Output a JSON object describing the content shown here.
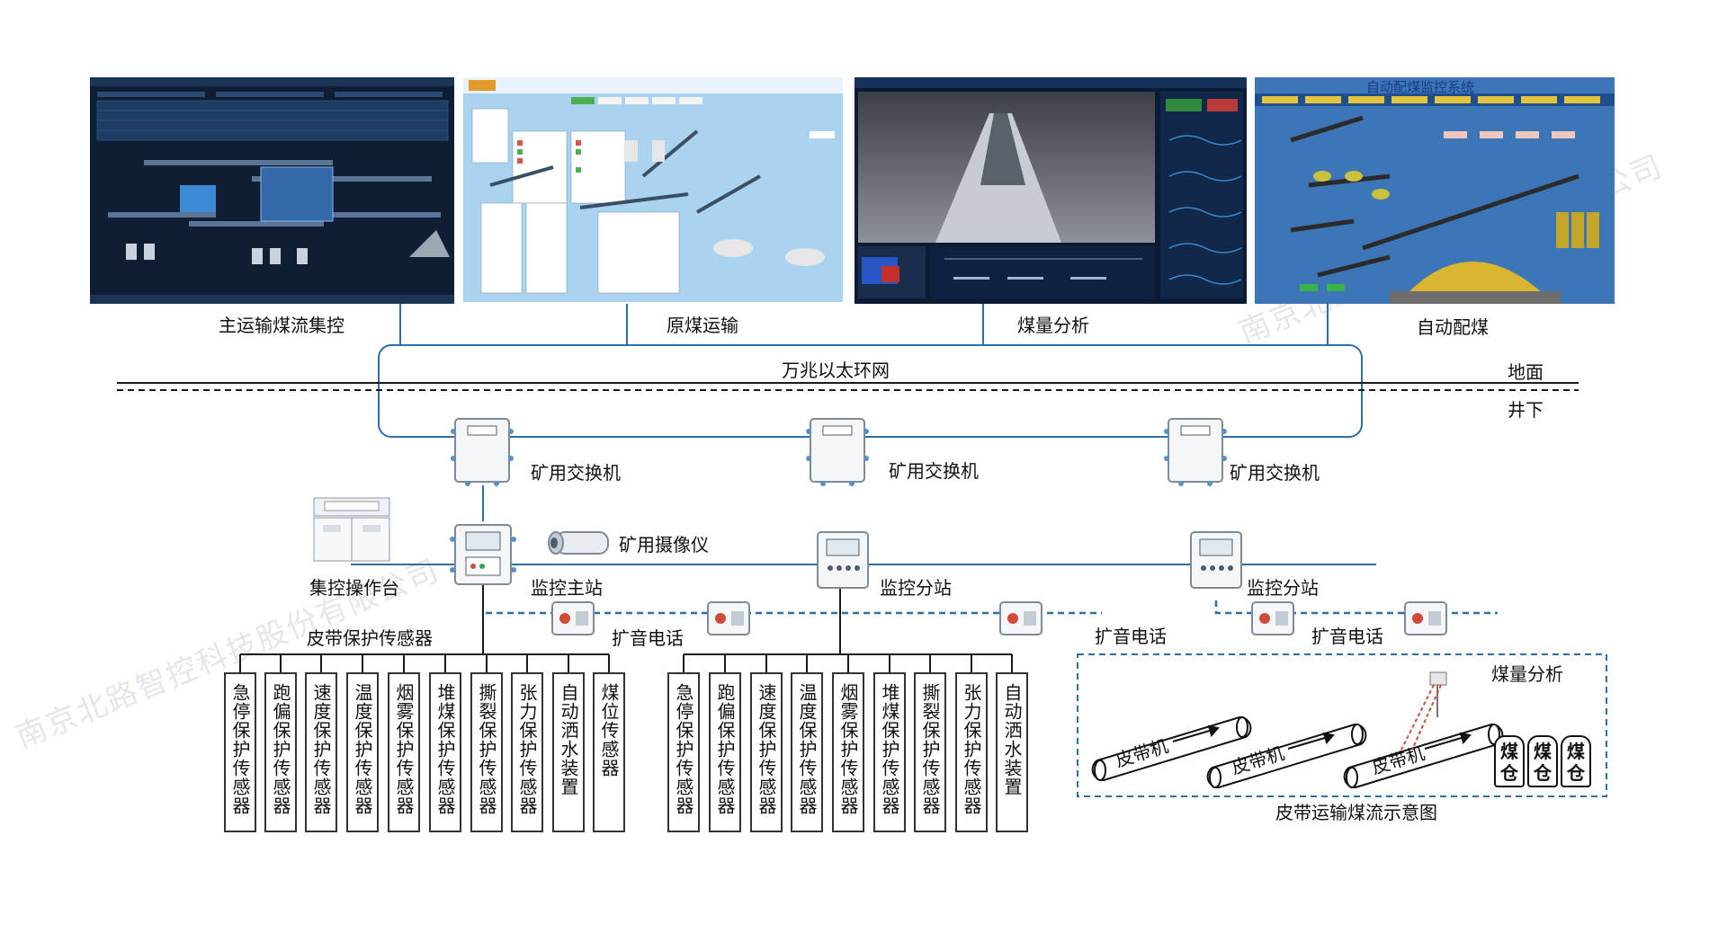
{
  "screens": [
    {
      "title": "主运输煤流集控"
    },
    {
      "title": "原煤运输"
    },
    {
      "title": "煤量分析"
    },
    {
      "title": "自动配煤",
      "header": "自动配煤监控系统"
    }
  ],
  "network": {
    "ring": "万兆以太环网",
    "surface": "地面",
    "underground": "井下"
  },
  "devices": {
    "switch_1": "矿用交换机",
    "switch_2": "矿用交换机",
    "switch_3": "矿用交换机",
    "camera": "矿用摄像仪",
    "console": "集控操作台",
    "main_station": "监控主站",
    "sub_station_1": "监控分站",
    "sub_station_2": "监控分站",
    "phone_1": "扩音电话",
    "phone_2": "扩音电话",
    "phone_3": "扩音电话",
    "sensors_title": "皮带保护传感器"
  },
  "sensors_group_1": [
    "急停保护传感器",
    "跑偏保护传感器",
    "速度保护传感器",
    "温度保护传感器",
    "烟雾保护传感器",
    "堆煤保护传感器",
    "撕裂保护传感器",
    "张力保护传感器",
    "自动洒水装置",
    "煤位传感器"
  ],
  "sensors_group_2": [
    "急停保护传感器",
    "跑偏保护传感器",
    "速度保护传感器",
    "温度保护传感器",
    "烟雾保护传感器",
    "堆煤保护传感器",
    "撕裂保护传感器",
    "张力保护传感器",
    "自动洒水装置"
  ],
  "flow": {
    "title": "皮带运输煤流示意图",
    "analysis": "煤量分析",
    "belt_1": "皮带机",
    "belt_2": "皮带机",
    "belt_3": "皮带机",
    "bins": [
      "煤仓",
      "煤仓",
      "煤仓"
    ]
  },
  "colors": {
    "line": "#2b6ea8",
    "dashed": "#2b6ea8",
    "dark_panel": "#0f1e33",
    "light_panel": "#a9d3ef",
    "blue_panel": "#3c76b6"
  },
  "watermark": "南京北路智控科技股份有限公司"
}
